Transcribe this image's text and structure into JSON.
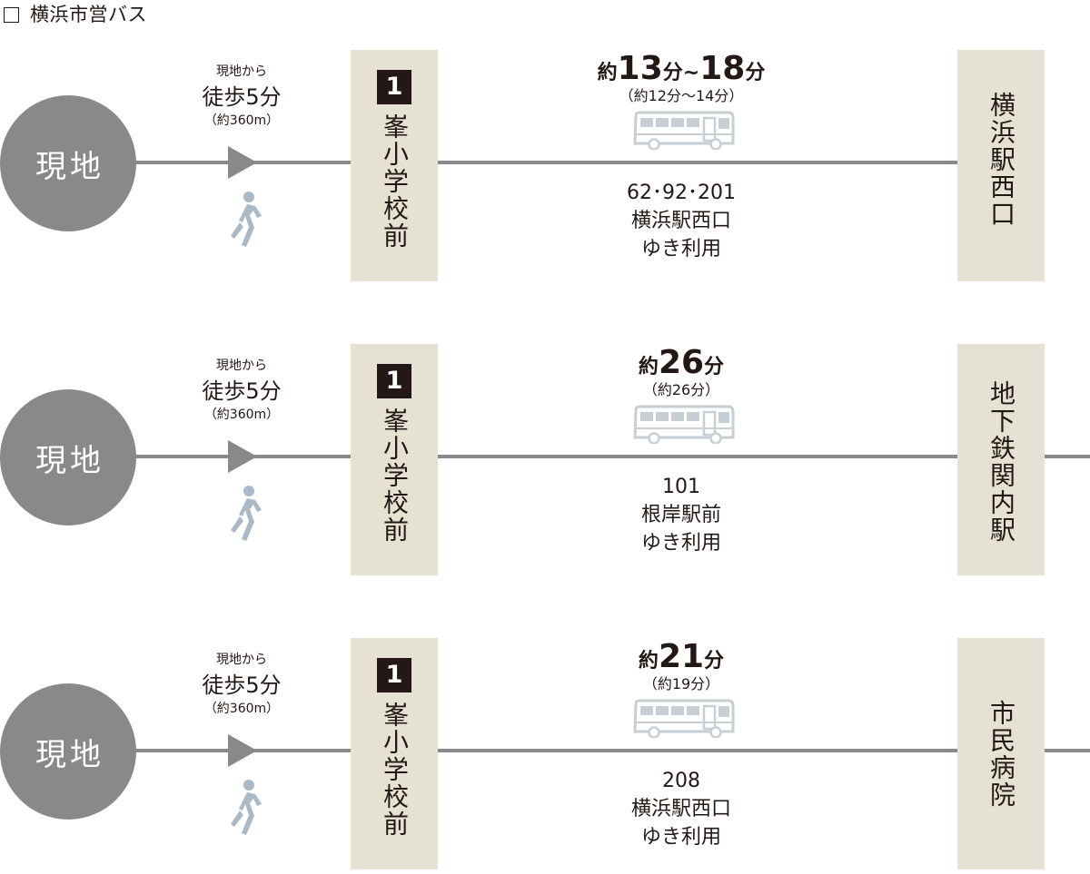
{
  "header": {
    "title": "横浜市営バス"
  },
  "routes": [
    {
      "origin": "現地",
      "walk": {
        "from": "現地から",
        "time": "徒歩5分",
        "distance": "（約360m）"
      },
      "stop": {
        "badge": "1",
        "name": "峯小学校前"
      },
      "bus": {
        "prefix": "約",
        "minutes": "13分~18分",
        "minutes_num": "13",
        "minutes_sep": "分~",
        "minutes_num2": "18",
        "suffix": "分",
        "sub": "（約12分～14分）",
        "lines": "62･92･201",
        "destination_text": "横浜駅西口",
        "note": "ゆき利用"
      },
      "destination": "横浜駅西口",
      "continues": false
    },
    {
      "origin": "現地",
      "walk": {
        "from": "現地から",
        "time": "徒歩5分",
        "distance": "（約360m）"
      },
      "stop": {
        "badge": "1",
        "name": "峯小学校前"
      },
      "bus": {
        "prefix": "約",
        "minutes_num": "26",
        "suffix": "分",
        "sub": "（約26分）",
        "lines": "101",
        "destination_text": "根岸駅前",
        "note": "ゆき利用"
      },
      "destination": "地下鉄関内駅",
      "continues": true
    },
    {
      "origin": "現地",
      "walk": {
        "from": "現地から",
        "time": "徒歩5分",
        "distance": "（約360m）"
      },
      "stop": {
        "badge": "1",
        "name": "峯小学校前"
      },
      "bus": {
        "prefix": "約",
        "minutes_num": "21",
        "suffix": "分",
        "sub": "（約19分）",
        "lines": "208",
        "destination_text": "横浜駅西口",
        "note": "ゆき利用"
      },
      "destination": "市民病院",
      "continues": true
    }
  ]
}
